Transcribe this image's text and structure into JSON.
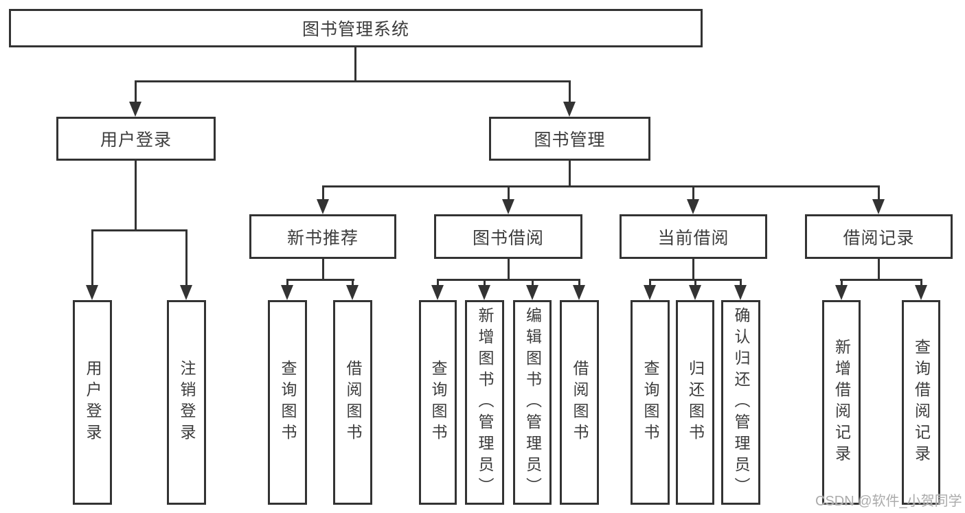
{
  "diagram": {
    "root": "图书管理系统",
    "level2": [
      "用户登录",
      "图书管理"
    ],
    "level3": [
      "新书推荐",
      "图书借阅",
      "当前借阅",
      "借阅记录"
    ],
    "level4_groups": {
      "user_login": [
        "用户登录",
        "注销登录"
      ],
      "new_book_recommend": [
        "查询图书",
        "借阅图书"
      ],
      "book_borrow": [
        "查询图书",
        "新增图书（管理员）",
        "编辑图书（管理员）",
        "借阅图书"
      ],
      "current_borrow": [
        "查询图书",
        "归还图书",
        "确认归还（管理员）"
      ],
      "borrow_record": [
        "新增借阅记录",
        "查询借阅记录"
      ]
    }
  },
  "watermark": "CSDN @软件_小贺同学",
  "colors": {
    "line": "#333333",
    "box_border": "#333333",
    "text": "#3c3c3c",
    "background": "#ffffff",
    "watermark": "#ababab"
  }
}
